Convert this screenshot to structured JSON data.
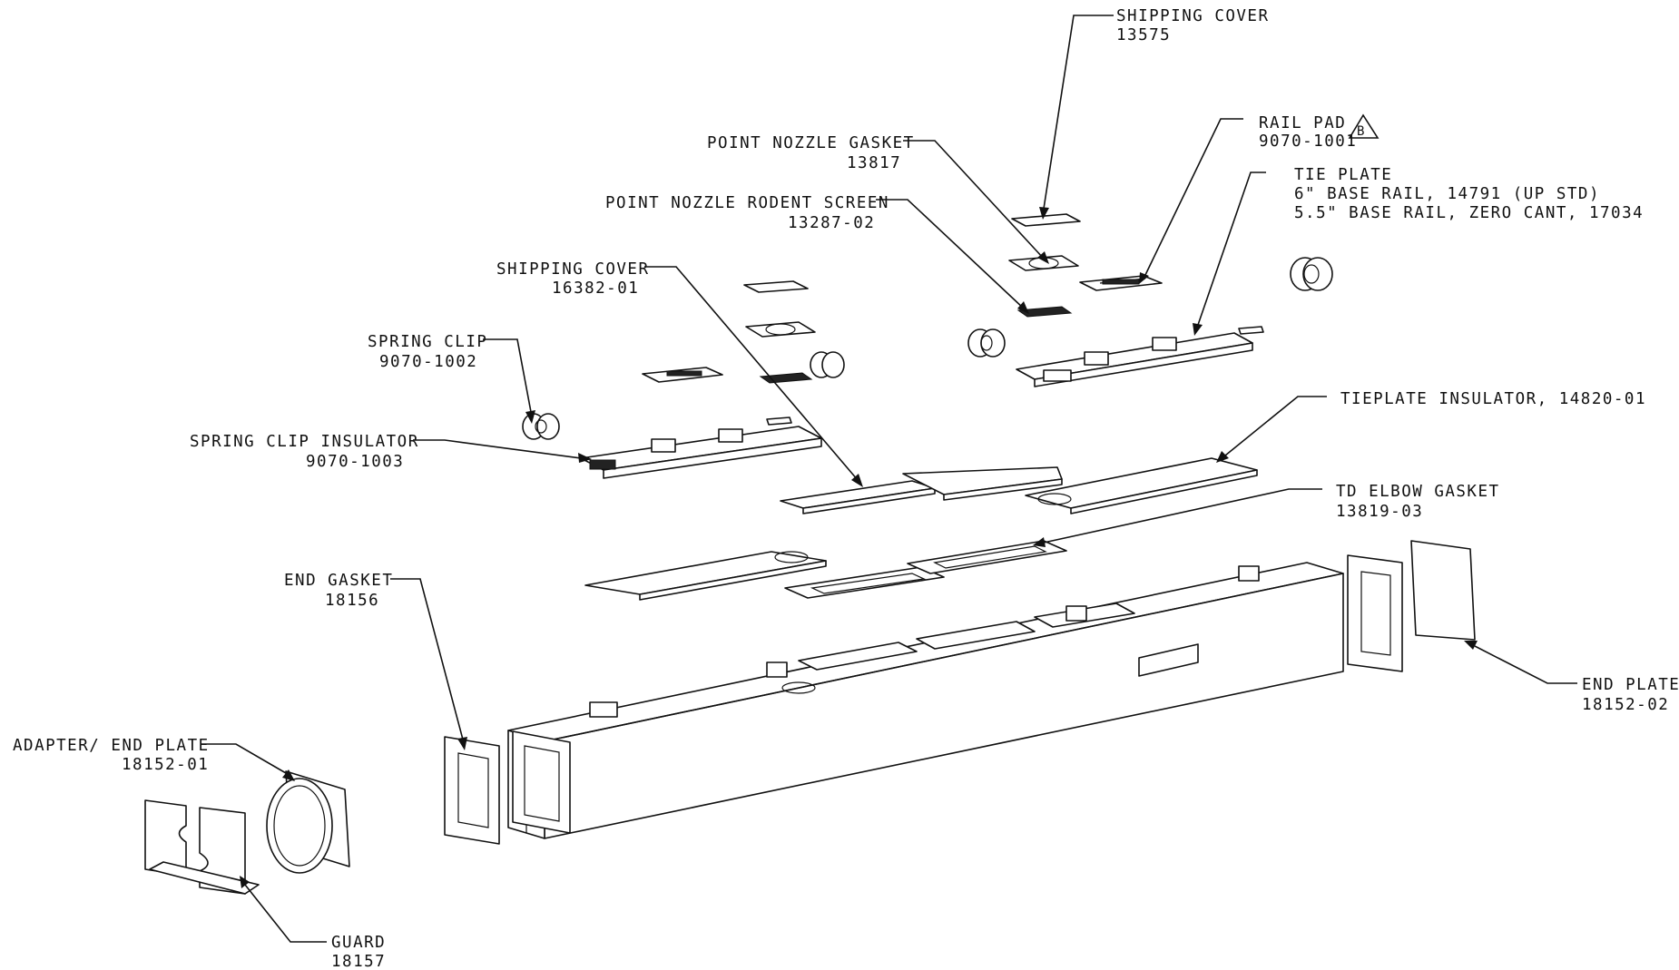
{
  "callouts": {
    "shipping_cover_top": {
      "name": "SHIPPING COVER",
      "number": "13575"
    },
    "rail_pad": {
      "name": "RAIL PAD",
      "number": "9070-1001",
      "revision": "B"
    },
    "point_nozzle_gasket": {
      "name": "POINT NOZZLE GASKET",
      "number": "13817"
    },
    "tie_plate": {
      "name": "TIE PLATE",
      "line2": "6\" BASE RAIL, 14791 (UP STD)",
      "line3": "5.5\" BASE RAIL, ZERO CANT, 17034"
    },
    "point_nozzle_rodent_screen": {
      "name": "POINT NOZZLE RODENT SCREEN",
      "number": "13287-02"
    },
    "shipping_cover_mid": {
      "name": "SHIPPING COVER",
      "number": "16382-01"
    },
    "spring_clip": {
      "name": "SPRING CLIP",
      "number": "9070-1002"
    },
    "tieplate_insulator": {
      "name": "TIEPLATE INSULATOR, 14820-01"
    },
    "spring_clip_insulator": {
      "name": "SPRING CLIP INSULATOR",
      "number": "9070-1003"
    },
    "td_elbow_gasket": {
      "name": "TD ELBOW GASKET",
      "number": "13819-03"
    },
    "end_gasket": {
      "name": "END GASKET",
      "number": "18156"
    },
    "end_plate": {
      "name": "END PLATE",
      "number": "18152-02"
    },
    "adapter_end_plate": {
      "name": "ADAPTER/ END PLATE",
      "number": "18152-01"
    },
    "guard": {
      "name": "GUARD",
      "number": "18157"
    }
  }
}
